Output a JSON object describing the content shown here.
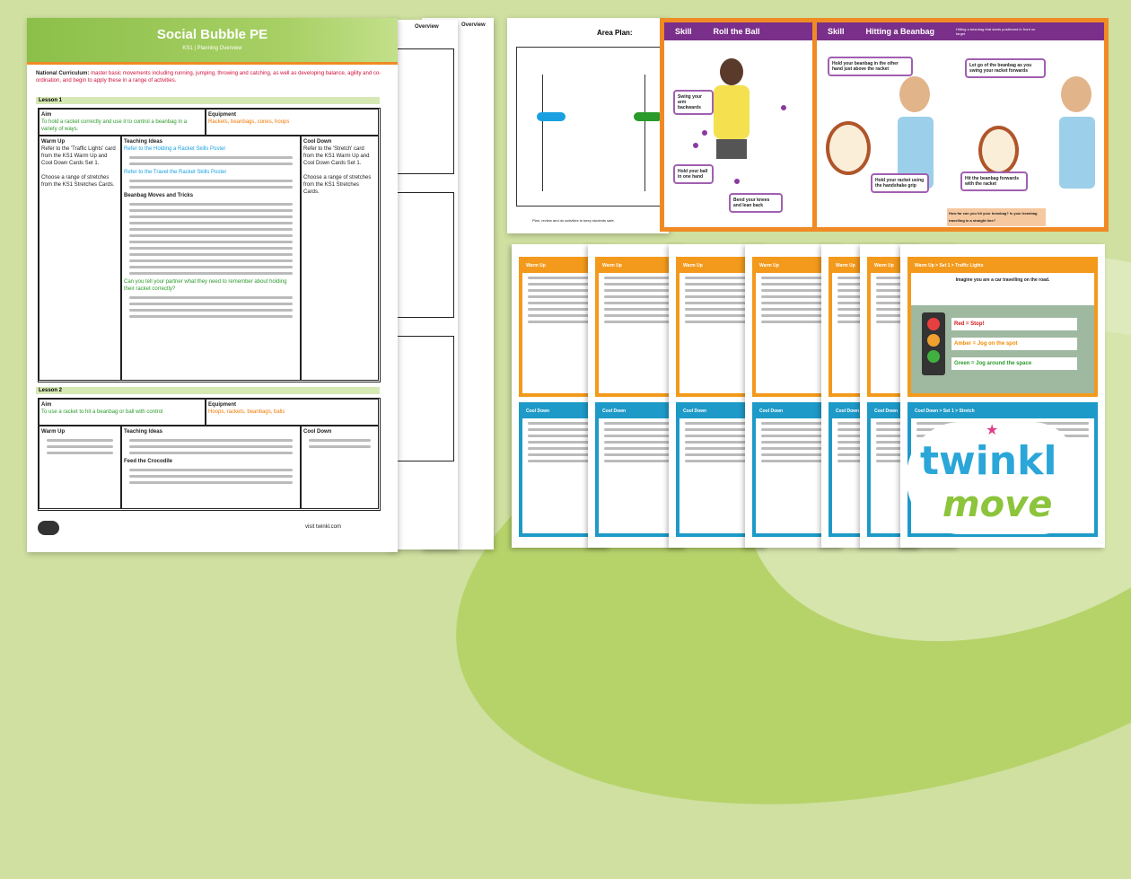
{
  "lesson_plan": {
    "title": "Social Bubble PE",
    "subtitle": "KS1 | Planning Overview",
    "curriculum_label": "National Curriculum:",
    "curriculum_text": "master basic movements including running, jumping, throwing and catching, as well as developing balance, agility and co-ordination, and begin to apply these in a range of activities.",
    "lesson1": {
      "label": "Lesson 1",
      "aim_header": "Aim",
      "aim_text": "To hold a racket correctly and use it to control a beanbag in a variety of ways.",
      "equipment_header": "Equipment",
      "equipment_text": "Rackets, beanbags, cones, hoops",
      "warmup_header": "Warm Up",
      "warmup_text": "Refer to the 'Traffic Lights' card from the KS1 Warm Up and Cool Down Cards Set 1.",
      "warmup_text2": "Choose a range of stretches from the KS1 Stretches Cards.",
      "teaching_header": "Teaching Ideas",
      "teaching_text": "Refer to the Holding a Racket Skills Poster",
      "teaching_text2": "Refer to the Travel the Racket Skills Poster",
      "teaching_sub": "Beanbag Moves and Tricks",
      "teaching_q": "Can you tell your partner what they need to remember about holding their racket correctly?",
      "cooldown_header": "Cool Down",
      "cooldown_text": "Refer to the 'Stretch' card from the KS1 Warm Up and Cool Down Cards Set 1.",
      "cooldown_text2": "Choose a range of stretches from the KS1 Stretches Cards."
    },
    "lesson2": {
      "label": "Lesson 2",
      "aim_header": "Aim",
      "aim_text": "To use a racket to hit a beanbag or ball with control",
      "equipment_header": "Equipment",
      "equipment_text": "Hoops, rackets, beanbags, balls",
      "warmup_header": "Warm Up",
      "teaching_header": "Teaching Ideas",
      "cooldown_header": "Cool Down",
      "teaching_sub": "Feed the Crocodile"
    },
    "footer_url": "visit twinkl.com"
  },
  "back_page_header": "Overview",
  "area_plan": {
    "title": "Area Plan: ",
    "footer": "Plan, review and do activities to keep students safe."
  },
  "skill_cards": [
    {
      "crumb1": "Skill",
      "crumb2": "Roll the Ball",
      "callouts": [
        "Swing your arm backwards",
        "Hold your ball in one hand",
        "Bend your knees and lean back"
      ]
    },
    {
      "crumb1": "Skill",
      "crumb2": "Hitting a Beanbag",
      "crumb3": "Hitting a beanbag that starts positioned in front on target",
      "callouts": [
        "Hold your beanbag in the other hand just above the racket",
        "Hold your racket using the handshake grip",
        "Let go of the beanbag as you swing your racket forwards",
        "Hit the beanbag forwards with the racket"
      ],
      "question": "How far can you hit your beanbag? Is your beanbag travelling in a straight line?"
    }
  ],
  "warmup_cards": [
    {
      "top": "Warm Up",
      "bot": "Cool Down"
    },
    {
      "top": "Warm Up",
      "bot": "Cool Down"
    },
    {
      "top": "Warm Up",
      "bot": "Cool Down"
    },
    {
      "top": "Warm Up",
      "bot": "Cool Down"
    },
    {
      "top": "Warm Up",
      "bot": "Cool Down"
    },
    {
      "top": "Warm Up",
      "bot": "Cool Down"
    },
    {
      "top": "Warm Up  >  Set 1  >  Traffic Lights",
      "bot": "Cool Down  >  Set 1  >  Stretch",
      "intro": "Imagine you are a car travelling on the road.",
      "lights": [
        "Red = Stop!",
        "Amber = Jog on the spot",
        "Green = Jog around the space"
      ]
    }
  ],
  "brand": {
    "line1": "twinkl",
    "line2": "move"
  },
  "colors": {
    "green_header": "#8cbf4a",
    "orange": "#f08a24",
    "purple": "#7a2f8a",
    "blue": "#1e9ac8",
    "background": "#cfe0a0"
  }
}
